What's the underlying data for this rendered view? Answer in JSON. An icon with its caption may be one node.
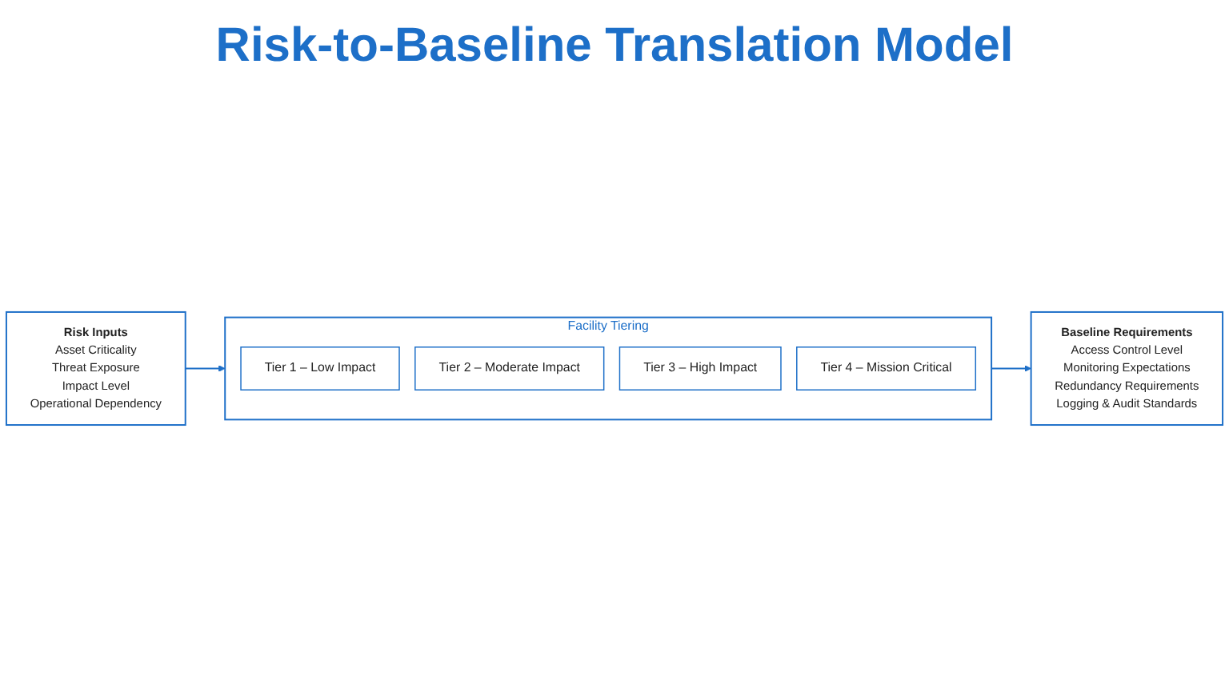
{
  "diagram": {
    "title": "Risk-to-Baseline Translation Model",
    "nodes": [
      {
        "text": [
          "Risk Inputs",
          "Asset Criticality",
          "Threat Exposure",
          "Impact Level",
          "Operational Dependency"
        ]
      },
      {
        "text": [
          "Facility Tiering"
        ]
      },
      {
        "text": [
          "Tier 1 – Low Impact"
        ],
        "in": 1
      },
      {
        "text": [
          "Tier 2 – Moderate Impact"
        ],
        "in": 1
      },
      {
        "text": [
          "Tier 3 – High Impact"
        ],
        "in": 1
      },
      {
        "text": [
          "Tier 4 – Mission Critical"
        ],
        "in": 1
      },
      {
        "text": [
          "Baseline Requirements",
          "Access Control Level",
          "Monitoring Expectations",
          "Redundancy Requirements",
          "Logging & Audit Standards"
        ]
      }
    ],
    "edges": [
      {
        "from": 0,
        "to": 1,
        "arrow": "to"
      },
      {
        "from": 1,
        "to": 6,
        "arrow": "to"
      }
    ]
  }
}
